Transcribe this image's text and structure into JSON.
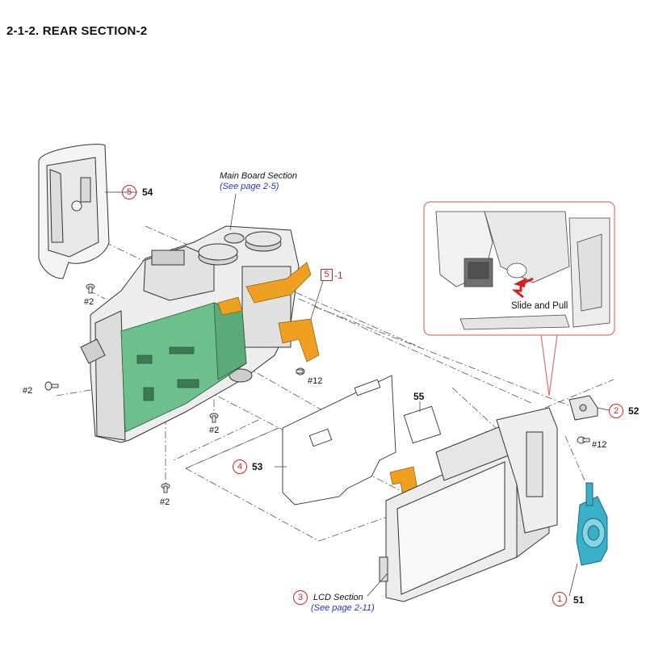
{
  "heading": "2-1-2. REAR SECTION-2",
  "colors": {
    "callout_red": "#d42020",
    "board_green": "#6dbf8c",
    "flex_orange": "#f0a020",
    "part_cyan": "#3ab0c8",
    "link_blue": "#2233cc"
  },
  "main_board": {
    "title": "Main  Board Section",
    "page_ref": "(See page 2-5)"
  },
  "lcd_section": {
    "title": "LCD Section",
    "page_ref": "(See page 2-11)",
    "callout": "3"
  },
  "inset": {
    "instruction": "Slide and Pull"
  },
  "flex_callout": {
    "box": "5",
    "suffix": "-1"
  },
  "parts": [
    {
      "callout": "5",
      "number": "54"
    },
    {
      "callout": "2",
      "number": "52"
    },
    {
      "callout": "4",
      "number": "53"
    },
    {
      "callout": "1",
      "number": "51"
    },
    {
      "callout": "",
      "number": "55"
    }
  ],
  "screws": [
    "#2",
    "#2",
    "#2",
    "#2",
    "#12",
    "#12"
  ]
}
